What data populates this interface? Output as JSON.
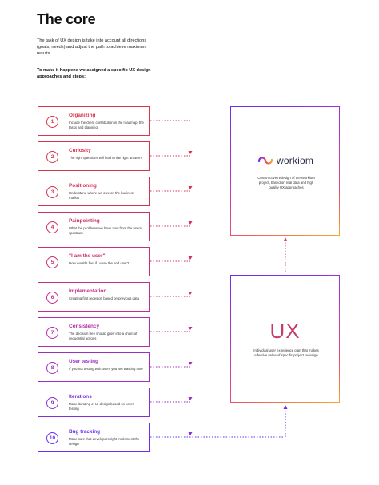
{
  "header": {
    "title": "The core",
    "intro": "The task of UX design is take into account all directions (goals, needs) and adjust the path to achieve maximum results.",
    "subhead": "To make it happens we assigned a specific UX design approaches and steps:"
  },
  "steps": [
    {
      "num": "1",
      "title": "Organizing",
      "desc": "Include the client contribution in the roadmap, the tasks and planning"
    },
    {
      "num": "2",
      "title": "Curiosity",
      "desc": "The right questions will lead to the right answers"
    },
    {
      "num": "3",
      "title": "Positioning",
      "desc": "Understand where we owe on the business market"
    },
    {
      "num": "4",
      "title": "Painpointing",
      "desc": "What the problems we have now from the users spectrum"
    },
    {
      "num": "5",
      "title": "\"I am the user\"",
      "desc": "How would I feel if I were the end user?"
    },
    {
      "num": "6",
      "title": "Implementation",
      "desc": "Creating first redesign based on previous data"
    },
    {
      "num": "7",
      "title": "Consistency",
      "desc": "The decision tree should grow into a chain of sequential actions"
    },
    {
      "num": "8",
      "title": "User testing",
      "desc": "If you not testing with users you are wasting time"
    },
    {
      "num": "9",
      "title": "Iterations",
      "desc": "Make iterating of UI design based on users testing"
    },
    {
      "num": "10",
      "title": "Bug tracking",
      "desc": "Make sure that developers right implement the design"
    }
  ],
  "cards": {
    "top": {
      "logo_text": "workiom",
      "desc": "Constructive redesign of the Workiom project, based on real data and high quality UX approaches"
    },
    "bottom": {
      "symbol": "UX",
      "desc": "Individual user experience plan that makes effective value of specific project redesign"
    }
  },
  "colors": {
    "step_gradient": [
      "#d8364a",
      "#c92f8a",
      "#8a2fc9",
      "#6a2cf0"
    ],
    "card_gradient": [
      "#6a2cf0",
      "#b535c9",
      "#ee4a6a",
      "#f7a82c"
    ],
    "connector": [
      "#e0405a",
      "#6a2cf0"
    ]
  }
}
